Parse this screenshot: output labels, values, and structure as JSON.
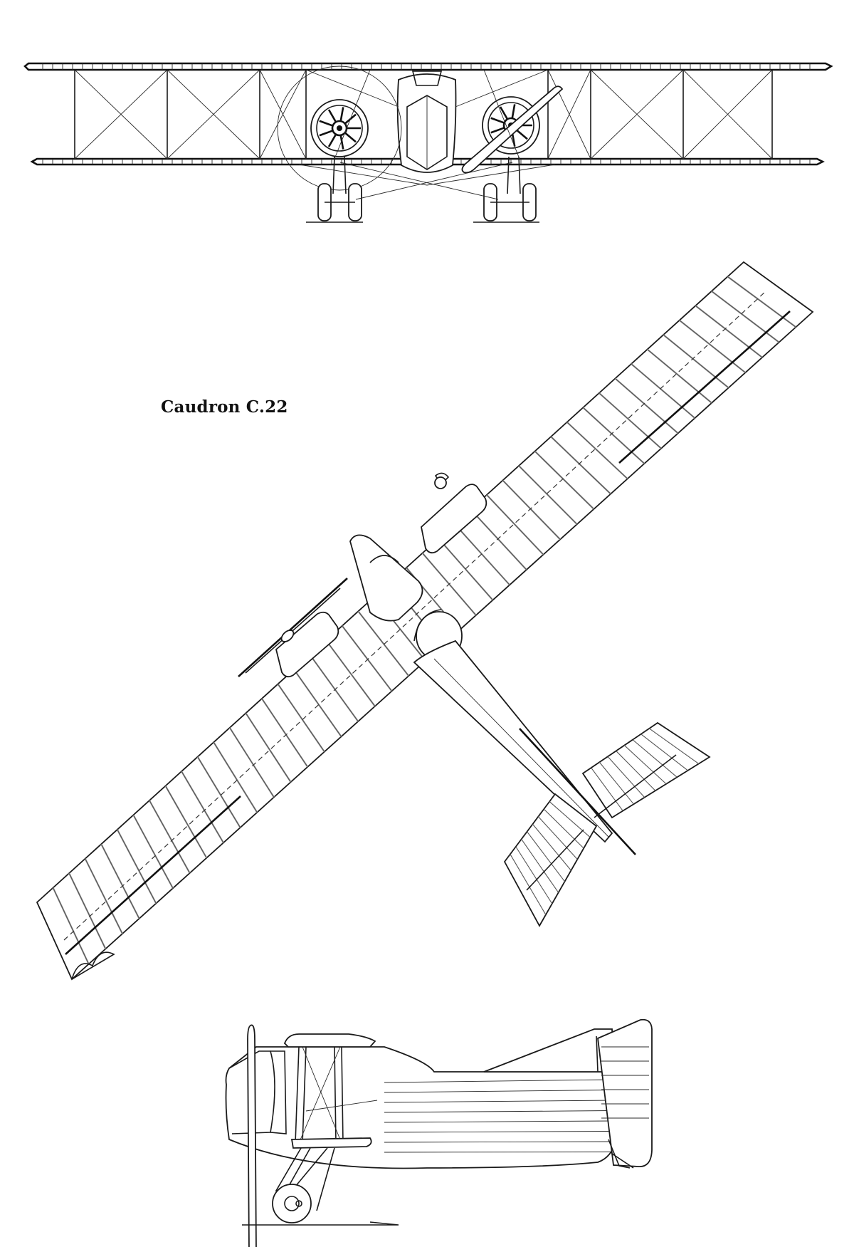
{
  "drawing": {
    "caption": "Caudron C.22",
    "views": [
      "front-view",
      "top-view",
      "side-view"
    ],
    "line_color": "#1a1a1a",
    "background_color": "#ffffff"
  }
}
